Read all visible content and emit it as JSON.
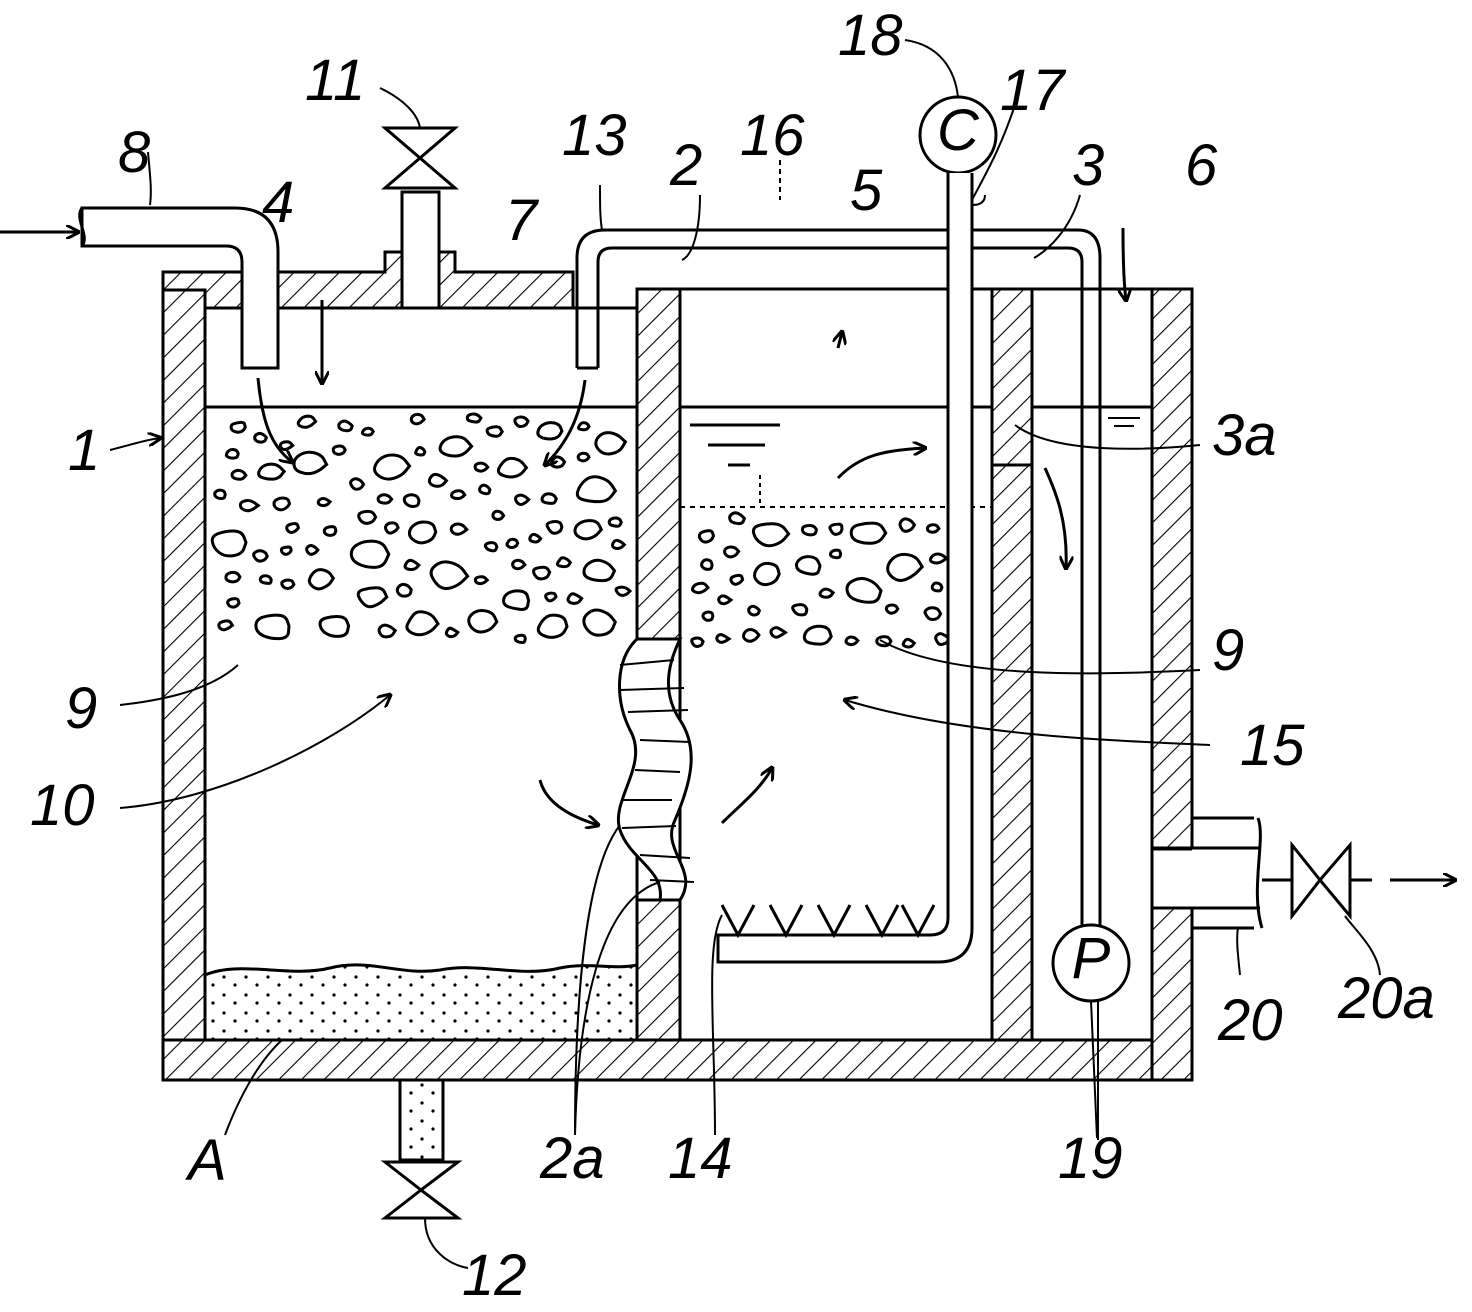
{
  "figure": {
    "labels": {
      "l1": "1",
      "l2": "2",
      "l2a": "2a",
      "l3": "3",
      "l3a": "3a",
      "l4": "4",
      "l5": "5",
      "l6": "6",
      "l7": "7",
      "l8": "8",
      "l9_left": "9",
      "l9_right": "9",
      "l10": "10",
      "l11": "11",
      "l12": "12",
      "l13": "13",
      "l14": "14",
      "l15": "15",
      "l16": "16",
      "l17": "17",
      "l18": "18",
      "l19": "19",
      "l20": "20",
      "l20a": "20a",
      "lA": "A"
    },
    "symbols": {
      "controller": "C",
      "pump": "P"
    },
    "colors": {
      "ink": "#000000",
      "paper": "#ffffff"
    }
  }
}
